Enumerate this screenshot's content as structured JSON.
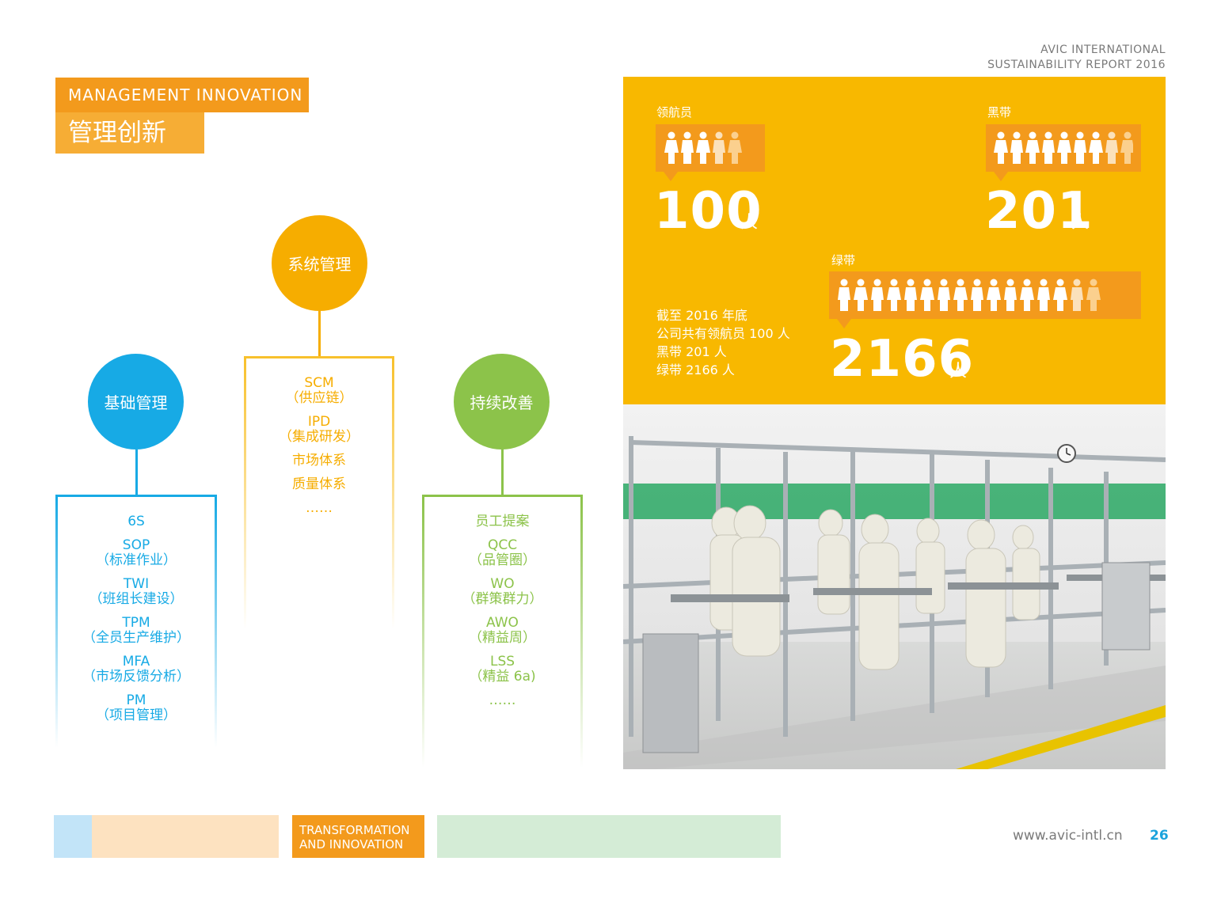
{
  "header": {
    "report_line1": "AVIC INTERNATIONAL",
    "report_line2": "SUSTAINABILITY REPORT 2016",
    "title_en": "MANAGEMENT INNOVATION",
    "title_cn": "管理创新"
  },
  "trees": {
    "basic": {
      "title": "基础管理",
      "color": "#17aae5",
      "items": [
        {
          "main": "6S",
          "sub": ""
        },
        {
          "main": "SOP",
          "sub": "（标准作业）"
        },
        {
          "main": "TWI",
          "sub": "（班组长建设）"
        },
        {
          "main": "TPM",
          "sub": "（全员生产维护）"
        },
        {
          "main": "MFA",
          "sub": "（市场反馈分析）"
        },
        {
          "main": "PM",
          "sub": "（项目管理）"
        }
      ]
    },
    "system": {
      "title": "系统管理",
      "color": "#f6ad00",
      "items": [
        {
          "main": "SCM",
          "sub": "（供应链）"
        },
        {
          "main": "IPD",
          "sub": "（集成研发）"
        },
        {
          "main": "市场体系",
          "sub": ""
        },
        {
          "main": "质量体系",
          "sub": ""
        },
        {
          "main": "……",
          "sub": ""
        }
      ]
    },
    "continuous": {
      "title": "持续改善",
      "color": "#8cc34a",
      "items": [
        {
          "main": "员工提案",
          "sub": ""
        },
        {
          "main": "QCC",
          "sub": "（品管圈）"
        },
        {
          "main": "WO",
          "sub": "（群策群力）"
        },
        {
          "main": "AWO",
          "sub": "（精益周）"
        },
        {
          "main": "LSS",
          "sub": "（精益 6a)"
        },
        {
          "main": "……",
          "sub": ""
        }
      ]
    }
  },
  "stats": {
    "navigator": {
      "label": "领航员",
      "value": "100",
      "unit": "人"
    },
    "black_belt": {
      "label": "黑带",
      "value": "201",
      "unit": "人"
    },
    "green_belt": {
      "label": "绿带",
      "value": "2166",
      "unit": "人"
    },
    "note": [
      "截至 2016 年底",
      "公司共有领航员 100 人",
      "黑带 201 人",
      "绿带 2166 人"
    ]
  },
  "footer": {
    "tag": [
      "TRANSFORMATION",
      "AND INNOVATION"
    ],
    "url": "www.avic-intl.cn",
    "page": "26"
  }
}
